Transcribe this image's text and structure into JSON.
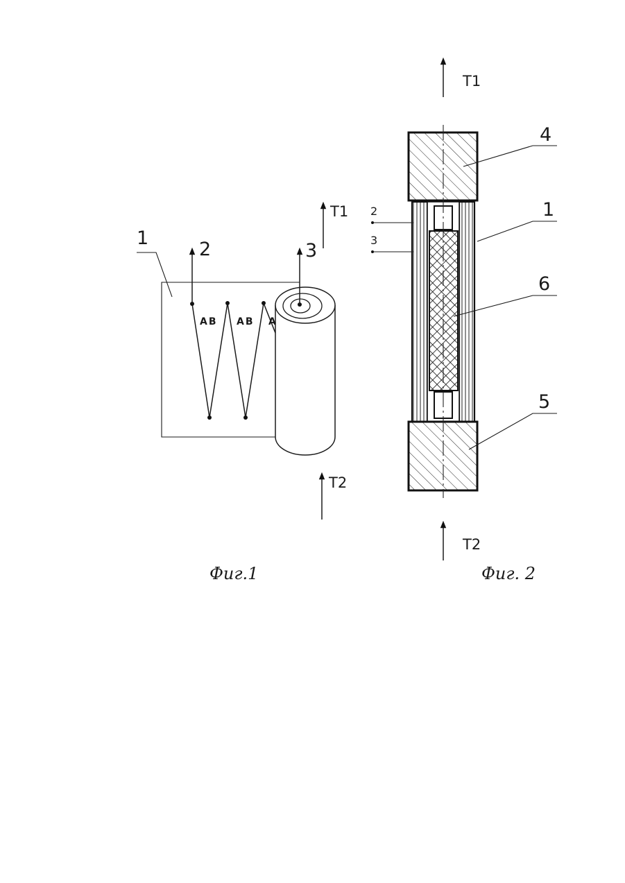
{
  "figure1": {
    "caption": "Фиг.1",
    "labels": {
      "sheet": "1",
      "lead_1": "2",
      "lead_2": "3",
      "flow_top": "T1",
      "flow_bottom": "T2",
      "zone_1": "AB",
      "zone_2": "AB",
      "zone_3": "A"
    }
  },
  "figure2": {
    "caption": "Фиг. 2",
    "labels": {
      "flow_top": "T1",
      "flow_bottom": "T2",
      "top_cap": "4",
      "tube": "1",
      "lead_1": "2",
      "lead_2": "3",
      "core": "6",
      "bottom_cap": "5"
    }
  }
}
